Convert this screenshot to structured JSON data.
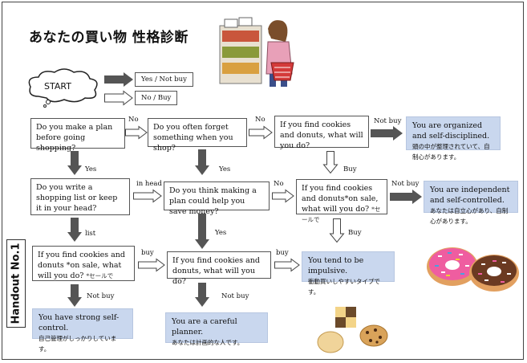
{
  "title": "あなたの買い物 性格診断",
  "handout": "Handout No.1",
  "start": "START",
  "legend": {
    "yes_not_buy": "Yes / Not buy",
    "no_buy": "No / Buy"
  },
  "q1": "Do you make a plan before going shopping?",
  "q2": "Do you often forget something when you shop?",
  "q3": "If you find cookies and donuts, what will you do?",
  "q4": "Do you write a shopping list or keep it in your head?",
  "q5": "Do you think making a plan could help you save money?",
  "q6": {
    "text": "If you find cookies and donuts*on sale, what will you do?",
    "note": "*セールで"
  },
  "q7": {
    "text": "If you find cookies and donuts *on sale, what will you do?",
    "note": "*セールで"
  },
  "q8": "If you find cookies and donuts, what will you do?",
  "r1": {
    "en": "You are organized and self-disciplined.",
    "jp": "頭の中が整理されていて、自制心があります。"
  },
  "r2": {
    "en": "You are independent and self-controlled.",
    "jp": "あなたは自立心があり、自制心があります。"
  },
  "r3": {
    "en": "You tend to be impulsive.",
    "jp": "衝動買いしやすいタイプです。"
  },
  "r4": {
    "en": "You have strong self-control.",
    "jp": "自己管理がしっかりしています。"
  },
  "r5": {
    "en": "You are a careful planner.",
    "jp": "あなたは計画的な人です。"
  },
  "labels": {
    "no1": "No",
    "no2": "No",
    "not_buy1": "Not buy",
    "yes1": "Yes",
    "yes2": "Yes",
    "buy1": "Buy",
    "in_head": "in head",
    "no3": "No",
    "not_buy2": "Not buy",
    "list": "list",
    "yes3": "Yes",
    "buy2": "Buy",
    "buy3": "buy",
    "buy4": "buy",
    "not_buy3": "Not buy",
    "not_buy4": "Not buy"
  }
}
